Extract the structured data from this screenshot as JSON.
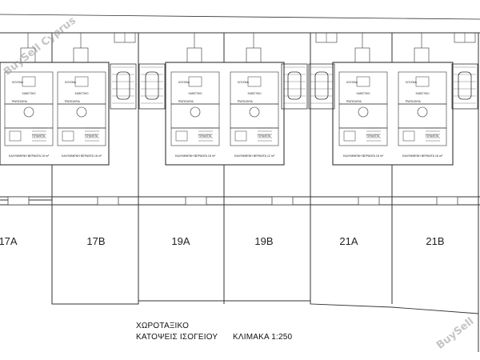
{
  "plan": {
    "units": [
      {
        "label": "17A",
        "patio_label": "ΚΑΛΥΜΜΕΝΗ ΒΕΡΑΝΤΑ 18 m²",
        "has_floorplan": true
      },
      {
        "label": "17B",
        "patio_label": "ΚΑΛΥΜΜΕΝΗ ΒΕΡΑΝΤΑ 18 m²",
        "has_floorplan": true
      },
      {
        "label": "19A",
        "patio_label": "ΚΑΛΥΜΜΕΝΗ ΒΕΡΑΝΤΑ 18 m²",
        "has_floorplan": true
      },
      {
        "label": "19B",
        "patio_label": "ΚΑΛΥΜΜΕΝΗ ΒΕΡΑΝΤΑ 12 m²",
        "has_floorplan": true
      },
      {
        "label": "21A",
        "patio_label": "ΚΑΛΥΜΜΕΝΗ ΒΕΡΑΝΤΑ 18 m²",
        "has_floorplan": true
      },
      {
        "label": "21B",
        "patio_label": "ΚΑΛΥΜΜΕΝΗ ΒΕΡΑΝΤΑ 18 m²",
        "has_floorplan": true
      }
    ],
    "room_labels": {
      "kitchen": "ΚΟΥΖΙΝΑ",
      "living": "ΚΑΘΙΣΤΙΚΟ",
      "dining": "ΤΡΑΠΕΖΑΡΙΑ",
      "wc": "ΤΟΥΑΛΕΤΑ"
    },
    "colors": {
      "line": "#333333",
      "fill": "#ffffff"
    }
  },
  "caption": {
    "title": "ΧΩΡΟΤΑΞΙΚΟ",
    "subtitle": "ΚΑΤΟΨΕΙΣ ΙΣΟΓΕΙΟΥ",
    "scale": "ΚΛΙΜΑΚΑ 1:250"
  },
  "watermarks": {
    "left": "BuySell Cyprus",
    "right": "BuySell"
  }
}
